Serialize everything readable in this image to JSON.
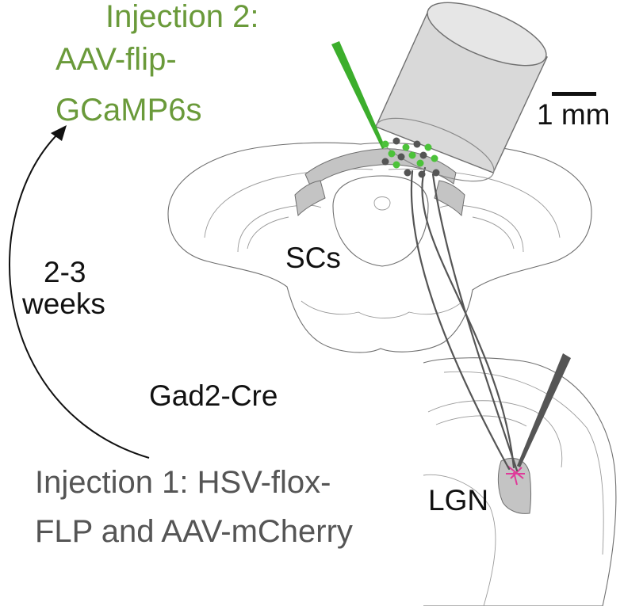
{
  "labels": {
    "injection2_line1": "Injection 2:",
    "injection2_line2": "AAV-flip-",
    "injection2_line3": "GCaMP6s",
    "scale_bar": "1 mm",
    "scs": "SCs",
    "interval_line1": "2-3",
    "interval_line2": "weeks",
    "mouse_line": "Gad2-Cre",
    "injection1_line1": "Injection 1: HSV-flox-",
    "injection1_line2": "FLP and AAV-mCherry",
    "lgn": "LGN"
  },
  "colors": {
    "injection2_text": "#6a9a3a",
    "injection1_text": "#555555",
    "green_pipette": "#3cae2c",
    "green_cells": "#4cc23a",
    "labeled_cells": "#555555",
    "mcherry": "#e0399a",
    "region_fill": "#c4c4c4",
    "objective_fill": "#d9d9d9"
  }
}
